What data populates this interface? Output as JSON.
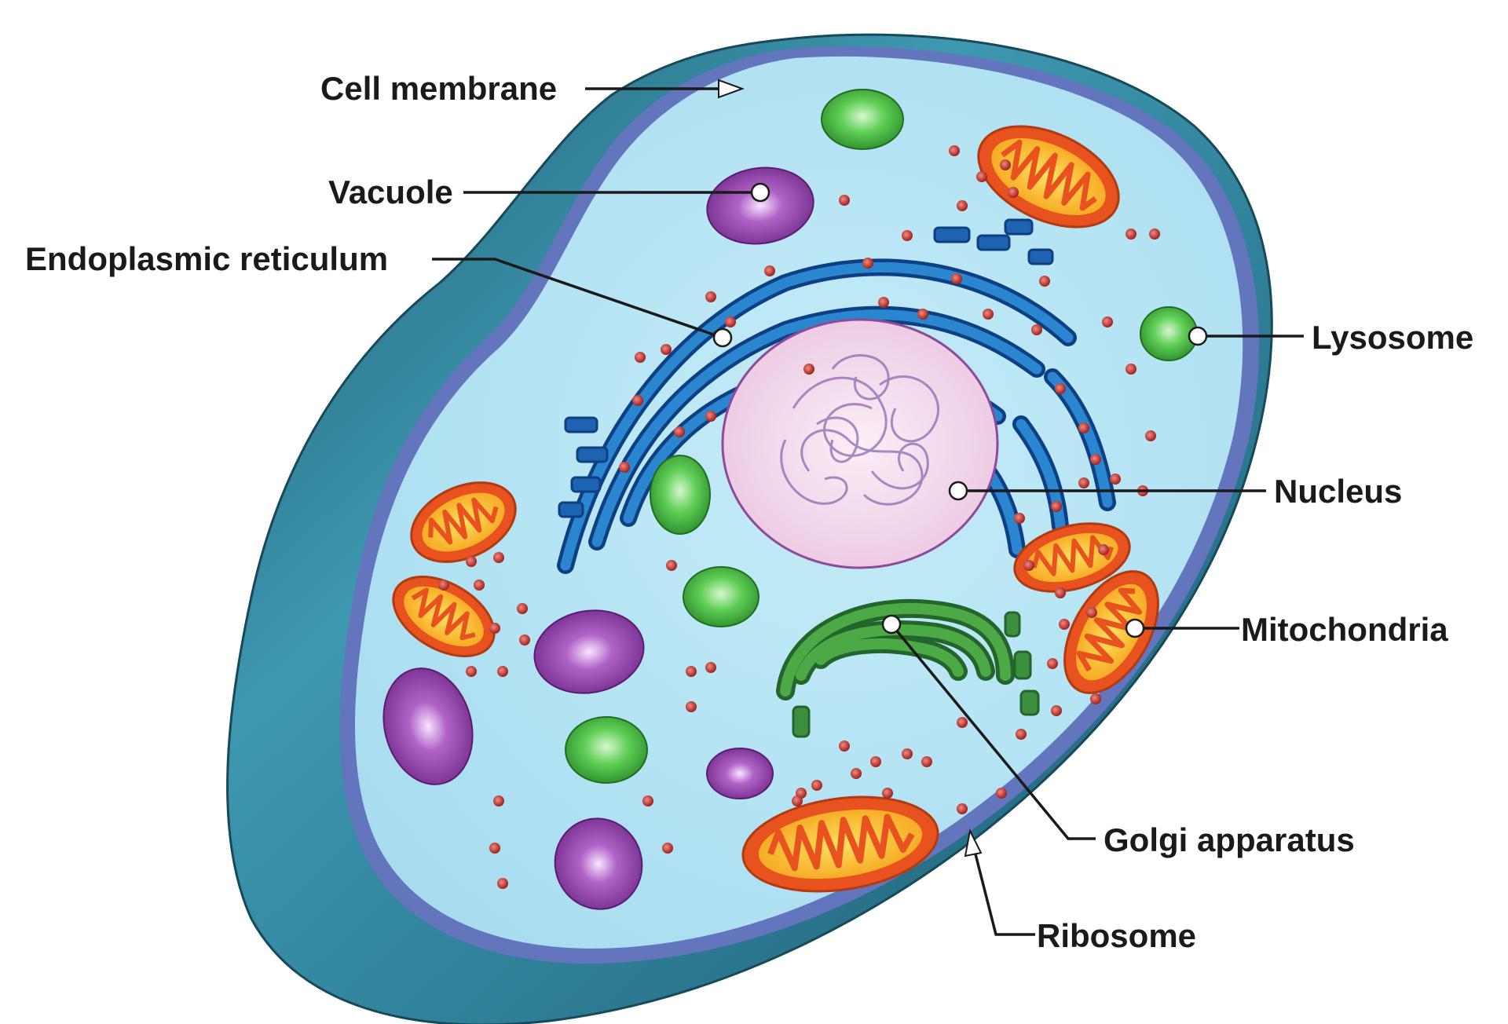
{
  "labels": {
    "cell_membrane": "Cell membrane",
    "vacuole": "Vacuole",
    "endoplasmic_reticulum": "Endoplasmic reticulum",
    "lysosome": "Lysosome",
    "nucleus": "Nucleus",
    "mitochondria": "Mitochondria",
    "golgi_apparatus": "Golgi apparatus",
    "ribosome": "Ribosome"
  },
  "colors": {
    "outer_body": "#2f7f95",
    "cytoplasm": "#b5e3f2",
    "membrane_rim": "#5b6db3",
    "nucleus": "#f3dcec",
    "nucleus_edge": "#8e4a9a",
    "chromatin": "#9a78b8",
    "er": "#1e73b8",
    "golgi": "#3c8f3c",
    "mitochondria_outer": "#e8521e",
    "mitochondria_inner": "#ffd21a",
    "vacuole": "#8e3ea8",
    "lysosome": "#3cb83c",
    "ribosome": "#c0302a",
    "label_text": "#1a1a1a"
  }
}
